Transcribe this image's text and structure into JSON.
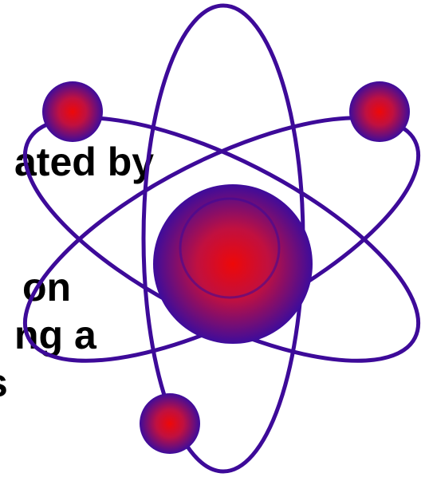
{
  "slide": {
    "text_fragments": [
      "ated by",
      "on",
      "ng a",
      "s"
    ]
  },
  "atom": {
    "icon": "atom-icon",
    "orbit_color": "#3d0a99",
    "sphere_center_color": "#ee0808",
    "sphere_edge_color": "#3d0c9c"
  }
}
